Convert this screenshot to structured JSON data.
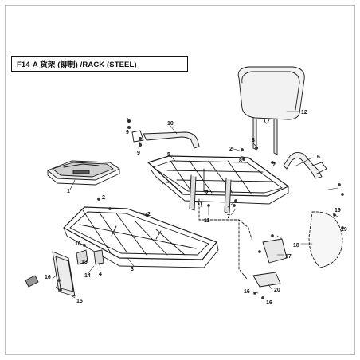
{
  "title": "F14-A 货架 (铆制) /RACK (STEEL)",
  "callouts": [
    {
      "id": "c1",
      "text": "1"
    },
    {
      "id": "c2a",
      "text": "2"
    },
    {
      "id": "c2b",
      "text": "2"
    },
    {
      "id": "c2c",
      "text": "2"
    },
    {
      "id": "c2d",
      "text": "2"
    },
    {
      "id": "c3",
      "text": "3"
    },
    {
      "id": "c4",
      "text": "4"
    },
    {
      "id": "c5",
      "text": "5"
    },
    {
      "id": "c6",
      "text": "6"
    },
    {
      "id": "c7a",
      "text": "7"
    },
    {
      "id": "c7b",
      "text": "7"
    },
    {
      "id": "c7c",
      "text": "7"
    },
    {
      "id": "c8a",
      "text": "8"
    },
    {
      "id": "c8b",
      "text": "8"
    },
    {
      "id": "c9a",
      "text": "9"
    },
    {
      "id": "c9b",
      "text": "9"
    },
    {
      "id": "c10",
      "text": "10"
    },
    {
      "id": "c11a",
      "text": "11"
    },
    {
      "id": "c11b",
      "text": "11"
    },
    {
      "id": "c12",
      "text": "12"
    },
    {
      "id": "c13",
      "text": "13"
    },
    {
      "id": "c14",
      "text": "14"
    },
    {
      "id": "c15",
      "text": "15"
    },
    {
      "id": "c16a",
      "text": "16"
    },
    {
      "id": "c16b",
      "text": "16"
    },
    {
      "id": "c16c",
      "text": "16"
    },
    {
      "id": "c16d",
      "text": "16"
    },
    {
      "id": "c17",
      "text": "17"
    },
    {
      "id": "c18",
      "text": "18"
    },
    {
      "id": "c19a",
      "text": "19"
    },
    {
      "id": "c19b",
      "text": "19"
    },
    {
      "id": "c20",
      "text": "20"
    }
  ]
}
